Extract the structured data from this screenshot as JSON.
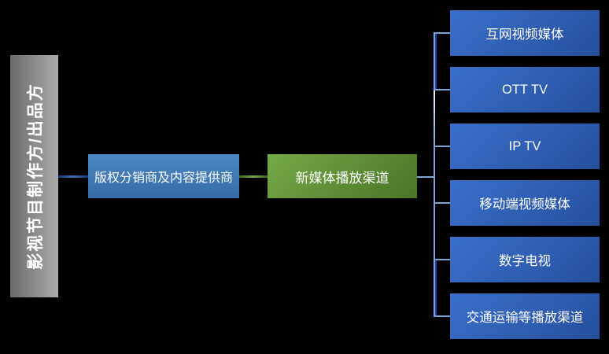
{
  "nodes": {
    "producer": {
      "label": "影视节目制作方/出品方"
    },
    "distributor": {
      "label": "版权分销商及内容提供商"
    },
    "hub": {
      "label": "新媒体播放渠道"
    },
    "channels": [
      {
        "label": "互网视频媒体"
      },
      {
        "label": "OTT TV"
      },
      {
        "label": "IP TV"
      },
      {
        "label": "移动端视频媒体"
      },
      {
        "label": "数字电视"
      },
      {
        "label": "交通运输等播放渠道"
      }
    ]
  },
  "colors": {
    "background": "#000000",
    "gray_start": "#6b6b6b",
    "gray_end": "#aaaaaa",
    "left_blue_top": "#4c88c3",
    "left_blue_bottom": "#366ca6",
    "green_start": "#74aa47",
    "green_end": "#4a7427",
    "channel_start": "#3a70ca",
    "channel_end": "#264f9e",
    "conn_blue_dark": "#16356e",
    "conn_blue_mid": "#3e71b4",
    "conn_green_dark": "#3f6420",
    "conn_green_mid": "#79a94a",
    "bracket_blue": "#7aa5d8",
    "bracket_dark": "#1e3fa6",
    "bracket_white": "#eef3fa"
  }
}
